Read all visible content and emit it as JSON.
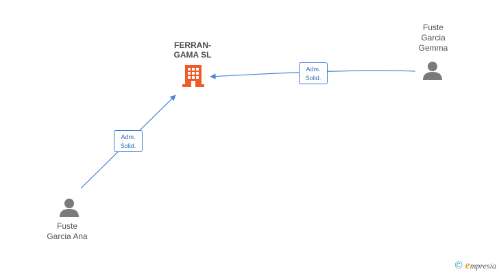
{
  "company": {
    "name_line1": "FERRAN-",
    "name_line2": "GAMA SL",
    "icon": "building-icon",
    "color": "#f05a28"
  },
  "people": [
    {
      "id": "gemma",
      "name_lines": [
        "Fuste",
        "Garcia",
        "Gemma"
      ],
      "icon": "person-icon"
    },
    {
      "id": "ana",
      "name_lines": [
        "Fuste",
        "Garcia Ana"
      ],
      "icon": "person-icon"
    }
  ],
  "relations": [
    {
      "from": "gemma",
      "to": "company",
      "label_lines": [
        "Adm.",
        "Solid."
      ]
    },
    {
      "from": "ana",
      "to": "company",
      "label_lines": [
        "Adm.",
        "Solid."
      ]
    }
  ],
  "colors": {
    "edge": "#4a86d8",
    "person": "#7a7a7a",
    "brand_accent": "#2aa3b5",
    "brand_e": "#f0a21b"
  },
  "brand": {
    "copyright_symbol": "©",
    "initial": "e",
    "rest": "mpresia"
  }
}
